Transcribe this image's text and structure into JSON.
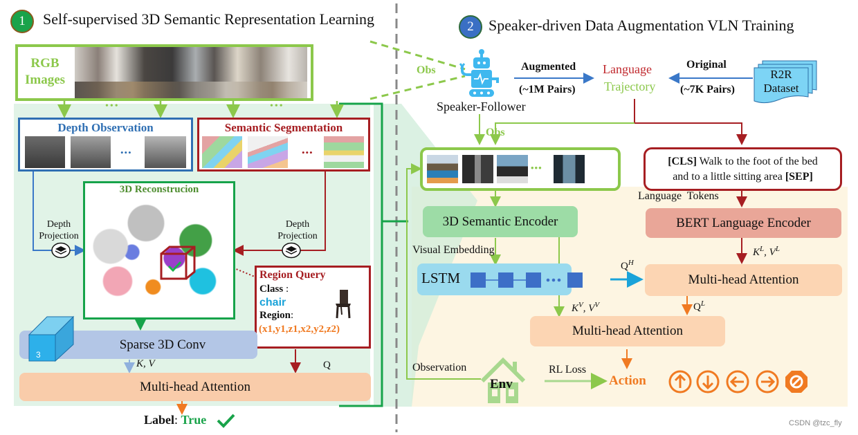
{
  "section1": {
    "number": "1",
    "title": "Self-supervised 3D Semantic Representation Learning",
    "badge_color": "#1aa34a",
    "rgb_label_line1": "RGB",
    "rgb_label_line2": "Images",
    "depth_obs_title": "Depth Observation",
    "sem_seg_title": "Semantic Segmentation",
    "recon_title": "3D Reconstrucion",
    "depth_proj_left_line1": "Depth",
    "depth_proj_left_line2": "Projection",
    "depth_proj_right_line1": "Depth",
    "depth_proj_right_line2": "Projection",
    "region_query": {
      "title": "Region Query",
      "class_label": "Class",
      "class_sep": " :",
      "class_value": "chair",
      "region_label": "Region",
      "region_sep": ":",
      "region_value": "(x1,y1,z1,x2,y2,z2)"
    },
    "sparse_conv": "Sparse 3D Conv",
    "cube_label": "3",
    "kv_label": "K, V",
    "q_label": "Q",
    "mha": "Multi-head Attention",
    "label_key": "Label",
    "label_sep": ":",
    "label_value": "True",
    "ellipsis": "•••"
  },
  "section2": {
    "number": "2",
    "title": "Speaker-driven Data Augmentation VLN Training",
    "badge_color": "#3a6fc4",
    "obs_label": "Obs",
    "obs_label2": "Obs",
    "speaker": "Speaker-Follower",
    "augmented": "Augmented",
    "augmented_pairs": "(~1M Pairs)",
    "language": "Language",
    "trajectory": "Trajectory",
    "original": "Original",
    "original_pairs": "(~7K Pairs)",
    "dataset_line1": "R2R",
    "dataset_line2": "Dataset",
    "instruction_cls": "[CLS]",
    "instruction_line1": " Walk to the foot of the bed",
    "instruction_line2": "and to a little sitting area ",
    "instruction_sep": "[SEP]",
    "language_tokens": "Language  Tokens",
    "semantic_encoder": "3D Semantic Encoder",
    "bert_encoder": "BERT Language Encoder",
    "visual_embedding": "Visual Embedding",
    "lstm": "LSTM",
    "qh": "Q",
    "qh_sup": "H",
    "kl_vl": "K",
    "kl_sup": "L",
    "vl": ", V",
    "vl_sup": "L",
    "mha_top": "Multi-head Attention",
    "kv_v": "K",
    "kv_v_sup": "V",
    "vv": ", V",
    "vv_sup": "V",
    "ql": "Q",
    "ql_sup": "L",
    "mha_bottom": "Multi-head Attention",
    "observation": "Observation",
    "env": "Env",
    "rl_loss": "RL Loss",
    "action": "Action",
    "actions": [
      "arrow-up",
      "arrow-down",
      "arrow-left",
      "arrow-right",
      "stop"
    ],
    "ellipsis": "•••"
  },
  "watermark": "CSDN @tzc_fly",
  "colors": {
    "light_green": "#8cc84b",
    "dark_green": "#16a34a",
    "blue": "#2f6fb3",
    "dark_red": "#a61e22",
    "orange": "#f07a22",
    "cyan": "#1aa3d9",
    "panel_green": "#e1f3e7",
    "panel_beige": "#fdf5e2"
  }
}
